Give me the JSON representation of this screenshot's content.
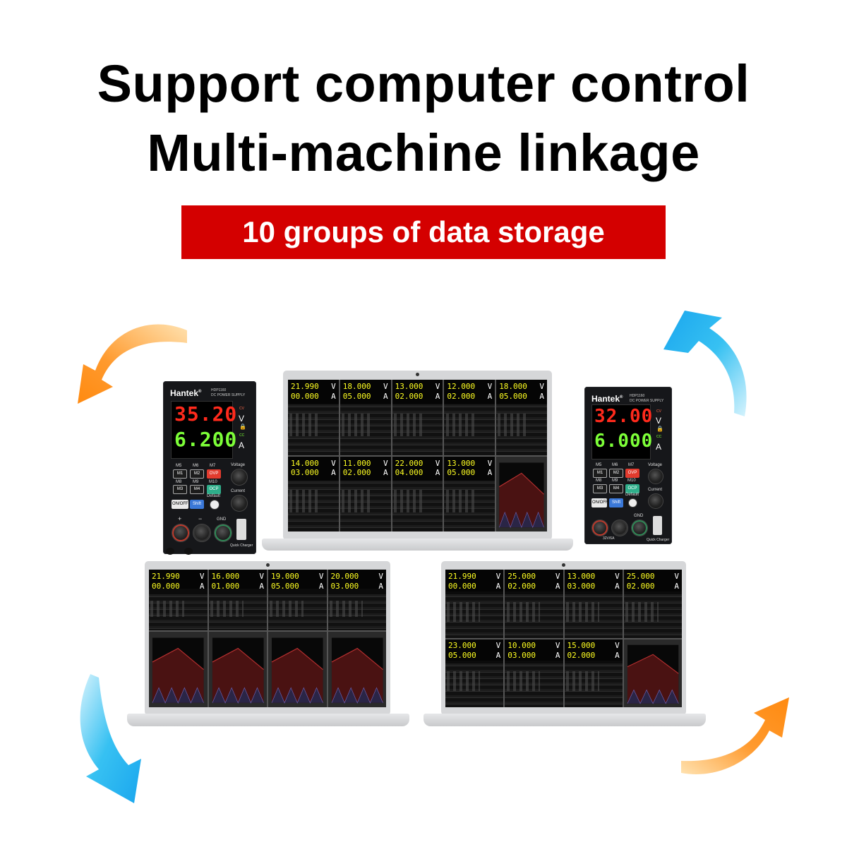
{
  "headline": {
    "line1": "Support computer control",
    "line2": "Multi-machine linkage"
  },
  "banner": {
    "text": "10 groups of data storage",
    "color": "#d40000"
  },
  "arrows": {
    "orange": "#ff9a2e",
    "blue": "#2ab8f0",
    "icons": [
      "curved-arrow-orange-top-left",
      "curved-arrow-blue-top-right",
      "curved-arrow-blue-bottom-left",
      "curved-arrow-orange-bottom-right"
    ]
  },
  "psu_left": {
    "brand": "Hantek",
    "brand_mark": "®",
    "model": "HDP1160",
    "subtitle": "DC POWER SUPPLY",
    "voltage": "35.20",
    "current": "6.200",
    "unit_v": "V",
    "unit_a": "A",
    "mode_cv": "CV",
    "mode_cc": "CC",
    "labels": {
      "voltage": "Voltage",
      "current": "Current",
      "gnd": "GND",
      "plus": "+",
      "minus": "−",
      "charger": "Quick Charger"
    },
    "buttons": {
      "m1": "M1",
      "m2": "M2",
      "m3": "M3",
      "m4": "M4",
      "ovp": "OVP",
      "ocp": "OCP",
      "onoff": "ON/OFF",
      "shift": "Shift",
      "default": "Default"
    },
    "mem_labels": {
      "m5": "M5",
      "m6": "M6",
      "m7": "M7",
      "m8": "M8",
      "m9": "M9",
      "m10": "M10"
    }
  },
  "psu_right": {
    "brand": "Hantek",
    "brand_mark": "®",
    "model": "HDP1160",
    "subtitle": "DC POWER SUPPLY",
    "voltage": "32.00",
    "current": "6.000",
    "unit_v": "V",
    "unit_a": "A",
    "mode_cv": "CV",
    "mode_cc": "CC",
    "labels": {
      "voltage": "Voltage",
      "current": "Current",
      "gnd": "GND",
      "spec": "32V/6A",
      "charger": "Quick Charger"
    },
    "buttons": {
      "m1": "M1",
      "m2": "M2",
      "m3": "M3",
      "m4": "M4",
      "ovp": "OVP",
      "ocp": "OCP",
      "onoff": "ON/OFF",
      "shift": "Shift",
      "default": "Default"
    },
    "mem_labels": {
      "m5": "M5",
      "m6": "M6",
      "m7": "M7",
      "m8": "M8",
      "m9": "M9",
      "m10": "M10"
    }
  },
  "laptop_top": {
    "units": {
      "v": "V",
      "a": "A"
    },
    "channels": [
      {
        "v": "21.990",
        "a": "00.000"
      },
      {
        "v": "18.000",
        "a": "05.000"
      },
      {
        "v": "13.000",
        "a": "02.000"
      },
      {
        "v": "12.000",
        "a": "02.000"
      },
      {
        "v": "18.000",
        "a": "05.000"
      },
      {
        "v": "14.000",
        "a": "03.000"
      },
      {
        "v": "11.000",
        "a": "02.000"
      },
      {
        "v": "22.000",
        "a": "04.000"
      },
      {
        "v": "13.000",
        "a": "05.000"
      }
    ]
  },
  "laptop_left": {
    "units": {
      "v": "V",
      "a": "A"
    },
    "channels": [
      {
        "v": "21.990",
        "a": "00.000"
      },
      {
        "v": "16.000",
        "a": "01.000"
      },
      {
        "v": "19.000",
        "a": "05.000"
      },
      {
        "v": "20.000",
        "a": "03.000"
      }
    ]
  },
  "laptop_right": {
    "units": {
      "v": "V",
      "a": "A"
    },
    "channels": [
      {
        "v": "21.990",
        "a": "00.000"
      },
      {
        "v": "25.000",
        "a": "02.000"
      },
      {
        "v": "13.000",
        "a": "03.000"
      },
      {
        "v": "25.000",
        "a": "02.000"
      },
      {
        "v": "23.000",
        "a": "05.000"
      },
      {
        "v": "10.000",
        "a": "03.000"
      },
      {
        "v": "15.000",
        "a": "02.000"
      }
    ]
  }
}
